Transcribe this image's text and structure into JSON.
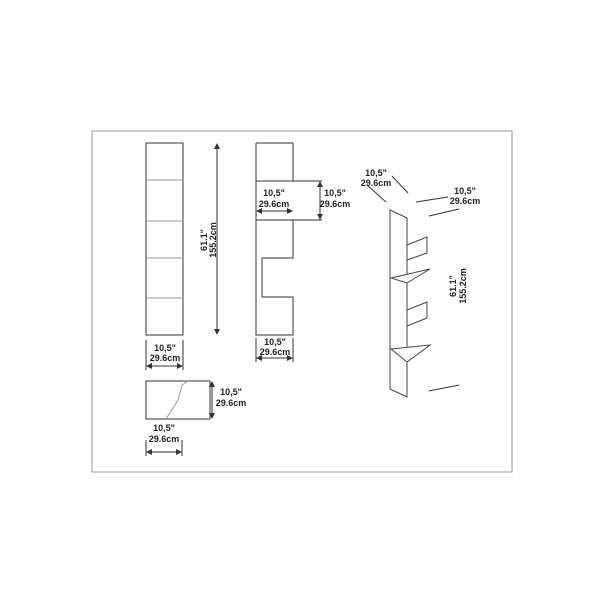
{
  "dimensions": {
    "width_in": "10,5\"",
    "width_cm": "29.6cm",
    "height_in": "61.1\"",
    "height_cm": "155.2cm"
  },
  "colors": {
    "line": "#333333",
    "frame": "#999999"
  }
}
